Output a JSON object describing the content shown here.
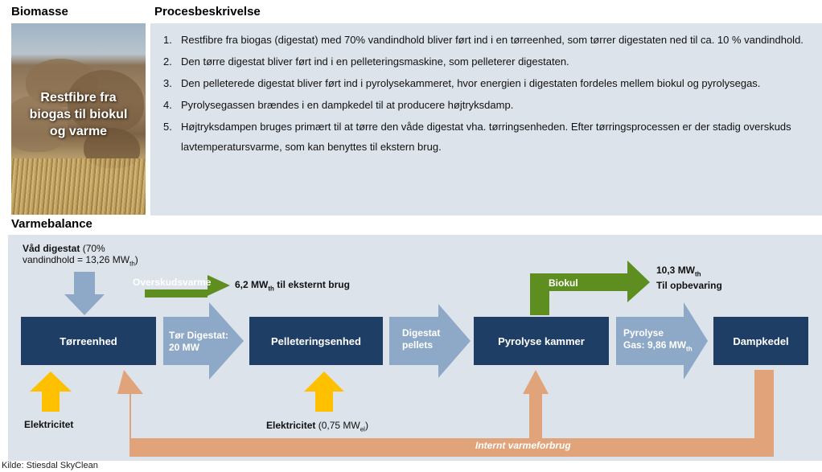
{
  "headers": {
    "biomasse": "Biomasse",
    "procesbeskrivelse": "Procesbeskrivelse",
    "varmebalance": "Varmebalance"
  },
  "photo": {
    "caption_line1": "Restfibre fra",
    "caption_line2": "biogas til biokul",
    "caption_line3": "og varme"
  },
  "process_steps": [
    {
      "num": "1.",
      "text": "Restfibre fra biogas (digestat) med 70% vandindhold bliver ført ind i en tørreenhed, som tørrer digestaten ned til ca. 10 % vandindhold."
    },
    {
      "num": "2.",
      "text": "Den tørre digestat bliver ført ind i en pelleteringsmaskine, som pelleterer digestaten."
    },
    {
      "num": "3.",
      "text": "Den pelleterede digestat bliver ført ind i pyrolysekammeret, hvor energien i digestaten fordeles mellem biokul og pyrolysegas."
    },
    {
      "num": "4.",
      "text": "Pyrolysegassen brændes i en dampkedel til at producere højtryksdamp."
    },
    {
      "num": "5.",
      "text": "Højtryksdampen bruges primært til at tørre den våde digestat vha. tørringsenheden. Efter tørringsprocessen er der stadig overskuds lavtemperatursvarme, som kan benyttes til ekstern brug."
    }
  ],
  "nodes": {
    "torreenhed": "Tørreenhed",
    "pelletering": "Pelleteringsenhed",
    "pyrolyse": "Pyrolyse kammer",
    "dampkedel": "Dampkedel"
  },
  "inputs": {
    "vaad_bold": "Våd digestat",
    "vaad_rest1": " (70%",
    "vaad_line2a": "vandindhold = 13,26 MW",
    "vaad_sub": "th",
    "vaad_close": ")",
    "el_left": "Elektricitet",
    "el_mid_bold": "Elektricitet",
    "el_mid_rest": " (0,75 MW",
    "el_mid_sub": "el",
    "el_mid_close": ")"
  },
  "flows": {
    "overskud": "Overskudsvarme",
    "overskud_val_a": "6,2 MW",
    "overskud_val_sub": "th",
    "overskud_val_b": " til eksternt brug",
    "tor_line1": "Tør Digestat:",
    "tor_line2": "20 MW",
    "dig_line1": "Digestat",
    "dig_line2": "pellets",
    "biokul": "Biokul",
    "biokul_val_a": "10,3 MW",
    "biokul_val_sub": "th",
    "biokul_val_line2": "Til opbevaring",
    "pyr_line1": "Pyrolyse",
    "pyr_line2a": "Gas: 9,86 MW",
    "pyr_sub": "th",
    "intern": "Internt varmeforbrug"
  },
  "source": "Kilde: Stiesdal SkyClean",
  "colors": {
    "node": "#1e3e66",
    "blue_arrow": "#8ea9c8",
    "green_arrow": "#5e8e1f",
    "yellow_arrow": "#ffc000",
    "orange_arrow": "#e0a37a",
    "panel": "#dde3ea"
  }
}
